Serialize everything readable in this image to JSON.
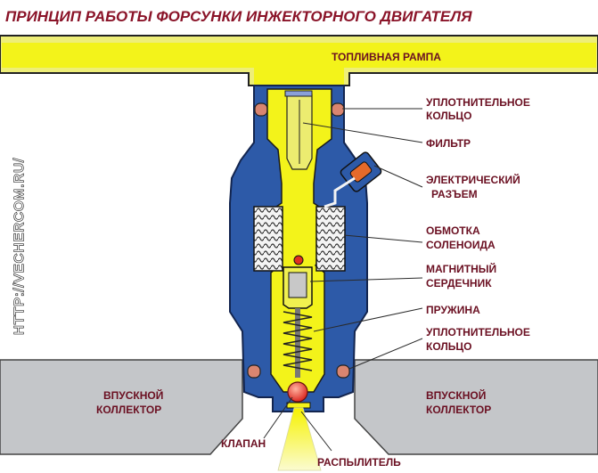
{
  "title": "ПРИНЦИП РАБОТЫ ФОРСУНКИ ИНЖЕКТОРНОГО ДВИГАТЕЛЯ",
  "watermark": "HTTP://VECHERCOM.RU/",
  "labels": {
    "fuel_rail": "ТОПЛИВНАЯ РАМПА",
    "seal_top_1": "УПЛОТНИТЕЛЬНОЕ",
    "seal_top_2": "КОЛЬЦО",
    "filter": "ФИЛЬТР",
    "connector_1": "ЭЛЕКТРИЧЕСКИЙ",
    "connector_2": "РАЗЪЕМ",
    "coil_1": "ОБМОТКА",
    "coil_2": "СОЛЕНОИДА",
    "core_1": "МАГНИТНЫЙ",
    "core_2": "СЕРДЕЧНИК",
    "spring": "ПРУЖИНА",
    "seal_bottom_1": "УПЛОТНИТЕЛЬНОЕ",
    "seal_bottom_2": "КОЛЬЦО",
    "intake_left_1": "ВПУСКНОЙ",
    "intake_left_2": "КОЛЛЕКТОР",
    "intake_right_1": "ВПУСКНОЙ",
    "intake_right_2": "КОЛЛЕКТОР",
    "valve": "КЛАПАН",
    "sprayer": "РАСПЫЛИТЕЛЬ"
  },
  "colors": {
    "title": "#8a1328",
    "label": "#6b1022",
    "fuel": "#f3f31a",
    "rail_fill": "#eeee78",
    "body": "#2d5aa8",
    "body_outline": "#13254f",
    "manifold": "#c4c6c9",
    "seal": "#d98570",
    "coil": "#f2f2f2"
  }
}
